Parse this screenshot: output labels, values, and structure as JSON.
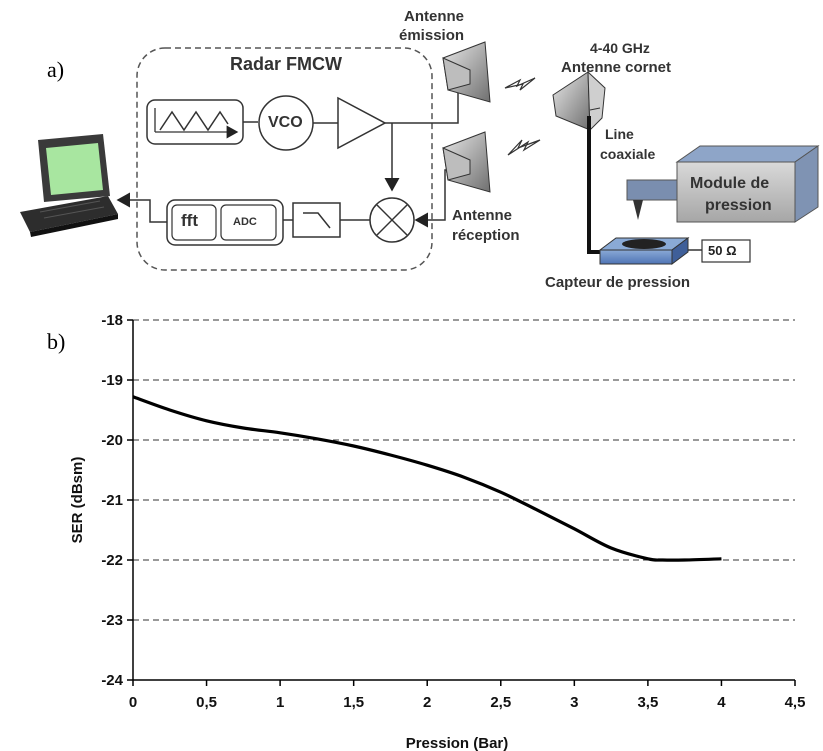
{
  "panel_a": {
    "letter": "a)",
    "radar_title": "Radar FMCW",
    "vco": "VCO",
    "fft": "fft",
    "adc": "ADC",
    "antenne_emission": [
      "Antenne",
      "émission"
    ],
    "antenne_reception": [
      "Antenne",
      "réception"
    ],
    "freq": "4-40 GHz",
    "cornet": "Antenne cornet",
    "line": [
      "Line",
      "coaxiale"
    ],
    "module": [
      "Module de",
      "pression"
    ],
    "load": "50 Ω",
    "capteur": "Capteur de pression"
  },
  "panel_b": {
    "letter": "b)"
  },
  "chart_data": {
    "type": "line",
    "xlabel": "Pression (Bar)",
    "ylabel": "SER (dBsm)",
    "xlim": [
      0,
      4.5
    ],
    "ylim": [
      -24,
      -18
    ],
    "xticks": [
      "0",
      "0,5",
      "1",
      "1,5",
      "2",
      "2,5",
      "3",
      "3,5",
      "4",
      "4,5"
    ],
    "yticks": [
      "-18",
      "-19",
      "-20",
      "-21",
      "-22",
      "-23",
      "-24"
    ],
    "grid": "horizontal dashed",
    "series": [
      {
        "color": "#000000",
        "x": [
          0,
          0.25,
          0.5,
          0.75,
          1,
          1.25,
          1.5,
          1.75,
          2,
          2.25,
          2.5,
          2.75,
          3,
          3.25,
          3.5,
          3.6,
          3.75,
          4
        ],
        "y": [
          -19.28,
          -19.5,
          -19.68,
          -19.8,
          -19.88,
          -19.98,
          -20.1,
          -20.25,
          -20.42,
          -20.62,
          -20.87,
          -21.17,
          -21.48,
          -21.8,
          -21.98,
          -22.0,
          -22.0,
          -21.98
        ]
      }
    ]
  }
}
